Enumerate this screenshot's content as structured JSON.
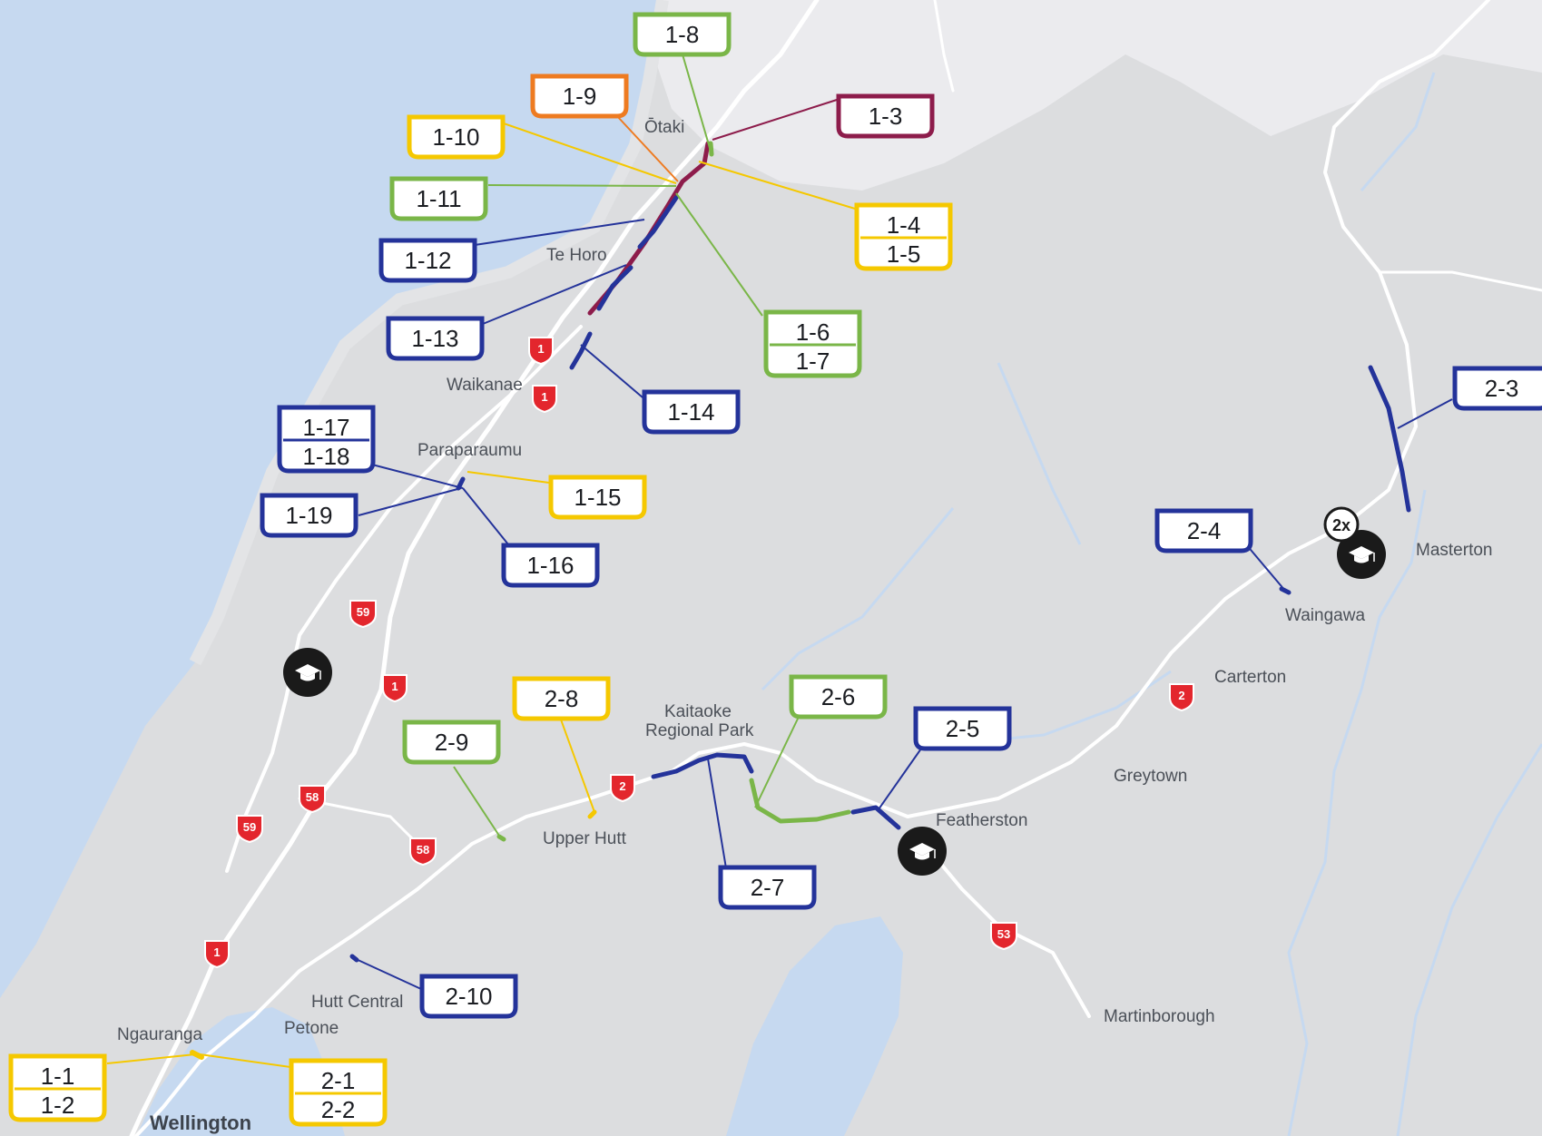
{
  "colors": {
    "sea": "#c6d9f0",
    "land": "#dcdddf",
    "land_north": "#ececef",
    "road": "#ffffff",
    "river": "#c6d9f0",
    "route_blue": "#24339a",
    "route_green": "#7ab648",
    "route_yellow": "#f5c800",
    "route_orange": "#ee7b21",
    "route_maroon": "#8d1c4b",
    "shield_red": "#e3262d",
    "school_black": "#1a1a1a"
  },
  "places": {
    "otaki": "Ōtaki",
    "te_horo": "Te Horo",
    "waikanae": "Waikanae",
    "paraparaumu": "Paraparaumu",
    "masterton": "Masterton",
    "waingawa": "Waingawa",
    "carterton": "Carterton",
    "kaitaoke_1": "Kaitaoke",
    "kaitaoke_2": "Regional Park",
    "upper_hutt": "Upper Hutt",
    "greytown": "Greytown",
    "featherston": "Featherston",
    "hutt_central": "Hutt Central",
    "petone": "Petone",
    "ngauranga": "Ngauranga",
    "martinborough": "Martinborough",
    "wellington": "Wellington"
  },
  "shields": [
    {
      "id": "s1a",
      "label": "1"
    },
    {
      "id": "s1b",
      "label": "1"
    },
    {
      "id": "s59a",
      "label": "59"
    },
    {
      "id": "s1c",
      "label": "1"
    },
    {
      "id": "s58a",
      "label": "58"
    },
    {
      "id": "s59b",
      "label": "59"
    },
    {
      "id": "s58b",
      "label": "58"
    },
    {
      "id": "s1d",
      "label": "1"
    },
    {
      "id": "s2a",
      "label": "2"
    },
    {
      "id": "s2b",
      "label": "2"
    },
    {
      "id": "s53",
      "label": "53"
    }
  ],
  "school_badge": "2x",
  "sites": {
    "b18": {
      "top": "1-8",
      "color": "green"
    },
    "b19": {
      "top": "1-9",
      "color": "orange"
    },
    "b13": {
      "top": "1-3",
      "color": "maroon"
    },
    "b110": {
      "top": "1-10",
      "color": "yellow"
    },
    "b111": {
      "top": "1-11",
      "color": "green"
    },
    "b145": {
      "top": "1-4",
      "bottom": "1-5",
      "color": "yellow"
    },
    "b112": {
      "top": "1-12",
      "color": "blue"
    },
    "b113": {
      "top": "1-13",
      "color": "blue"
    },
    "b167": {
      "top": "1-6",
      "bottom": "1-7",
      "color": "green"
    },
    "b114": {
      "top": "1-14",
      "color": "blue"
    },
    "b11718": {
      "top": "1-17",
      "bottom": "1-18",
      "color": "blue"
    },
    "b115": {
      "top": "1-15",
      "color": "yellow"
    },
    "b119": {
      "top": "1-19",
      "color": "blue"
    },
    "b116": {
      "top": "1-16",
      "color": "blue"
    },
    "b23": {
      "top": "2-3",
      "color": "blue"
    },
    "b24": {
      "top": "2-4",
      "color": "blue"
    },
    "b28": {
      "top": "2-8",
      "color": "yellow"
    },
    "b26": {
      "top": "2-6",
      "color": "green"
    },
    "b25": {
      "top": "2-5",
      "color": "blue"
    },
    "b29": {
      "top": "2-9",
      "color": "green"
    },
    "b27": {
      "top": "2-7",
      "color": "blue"
    },
    "b210": {
      "top": "2-10",
      "color": "blue"
    },
    "b112b": {
      "top": "1-1",
      "bottom": "1-2",
      "color": "yellow"
    },
    "b2122": {
      "top": "2-1",
      "bottom": "2-2",
      "color": "yellow"
    }
  }
}
